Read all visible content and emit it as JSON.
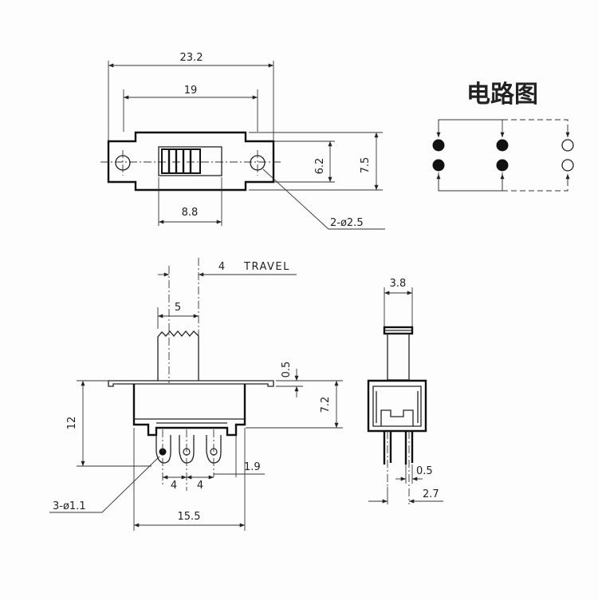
{
  "circuit_title": "电路图",
  "top_view": {
    "overall_width": "23.2",
    "hole_spacing": "19",
    "actuator_width": "8.8",
    "inner_height": "6.2",
    "outer_height": "7.5",
    "hole_callout": "2-ø2.5"
  },
  "front_view": {
    "travel_value": "4",
    "travel_label": "TRAVEL",
    "knob_width": "5",
    "flange_thickness": "0.5",
    "body_height": "7.2",
    "overall_height": "12",
    "pin_pitch_1": "4",
    "pin_pitch_2": "4",
    "pin_offset": "1.9",
    "pin_callout": "3-ø1.1",
    "body_width": "15.5"
  },
  "side_view": {
    "knob_width": "3.8",
    "pin_thickness": "0.5",
    "pin_spacing": "2.7"
  }
}
